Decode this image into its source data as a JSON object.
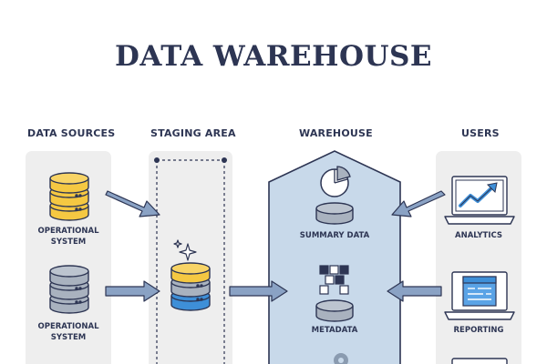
{
  "title": "DATA WAREHOUSE",
  "columns": {
    "sources": "DATA SOURCES",
    "staging": "STAGING AREA",
    "warehouse": "WAREHOUSE",
    "users": "USERS"
  },
  "sources": [
    {
      "label_line1": "OPERATIONAL",
      "label_line2": "SYSTEM",
      "icon": "database-yellow-icon"
    },
    {
      "label_line1": "OPERATIONAL",
      "label_line2": "SYSTEM",
      "icon": "database-gray-icon"
    }
  ],
  "warehouse_items": [
    {
      "label": "SUMMARY DATA",
      "icon": "pie-chart-icon"
    },
    {
      "label": "METADATA",
      "icon": "grid-blocks-icon"
    }
  ],
  "users": [
    {
      "label": "ANALYTICS",
      "icon": "laptop-chart-icon"
    },
    {
      "label": "REPORTING",
      "icon": "laptop-report-icon"
    }
  ],
  "colors": {
    "dark": "#2d3553",
    "yellow": "#f5c842",
    "blue": "#3e8fd8",
    "arrow": "#8aa2c4",
    "panel": "#eeeeee",
    "warehouse": "#c8d9ea"
  }
}
